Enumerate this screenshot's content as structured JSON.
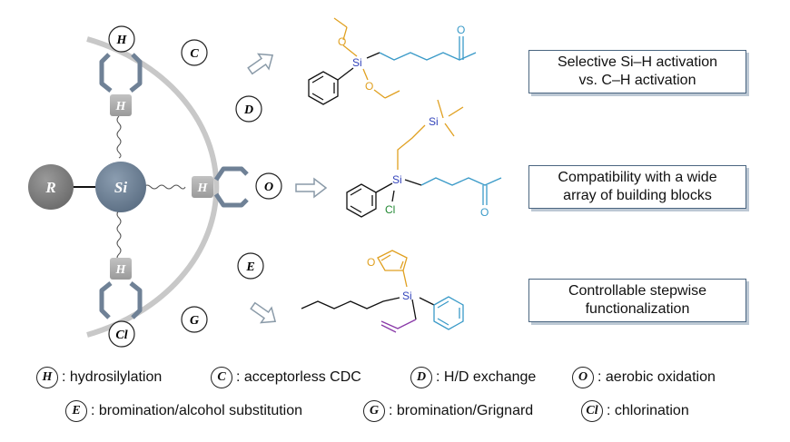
{
  "diagram": {
    "center_atom": "Si",
    "r_group": "R",
    "hydride_labels": [
      "H",
      "H",
      "H"
    ],
    "ring_nodes": [
      {
        "key": "H",
        "label": "H"
      },
      {
        "key": "C",
        "label": "C"
      },
      {
        "key": "D",
        "label": "D"
      },
      {
        "key": "O",
        "label": "O"
      },
      {
        "key": "E",
        "label": "E"
      },
      {
        "key": "G",
        "label": "G"
      },
      {
        "key": "Cl",
        "label": "Cl"
      }
    ]
  },
  "molecules": {
    "mol1": {
      "si": "Si",
      "o1": "O",
      "o2": "O",
      "ketone_o": "O"
    },
    "mol2": {
      "si": "Si",
      "si2": "Si",
      "cl": "Cl",
      "ketone_o": "O"
    },
    "mol3": {
      "si": "Si",
      "furan_o": "O"
    }
  },
  "boxes": [
    {
      "line1": "Selective Si–H activation",
      "line2": "vs. C–H activation"
    },
    {
      "line1": "Compatibility with a wide",
      "line2": "array of building blocks"
    },
    {
      "line1": "Controllable stepwise",
      "line2": "functionalization"
    }
  ],
  "legend": [
    {
      "symbol": "H",
      "text": ": hydrosilylation"
    },
    {
      "symbol": "C",
      "text": ": acceptorless CDC"
    },
    {
      "symbol": "D",
      "text": ": H/D exchange"
    },
    {
      "symbol": "O",
      "text": ": aerobic oxidation"
    },
    {
      "symbol": "E",
      "text": ": bromination/alcohol substitution"
    },
    {
      "symbol": "G",
      "text": ": bromination/Grignard"
    },
    {
      "symbol": "Cl",
      "text": ": chlorination"
    }
  ],
  "colors": {
    "ring": "#c8c8c8",
    "si_sphere": "#6c7f94",
    "r_sphere": "#7a7a7a",
    "hydride_box": "#a9a9a9",
    "catalyst": "#6f8196",
    "arrow": "#8a9aa8",
    "box_border": "#4a6580",
    "ethoxy": "#e0a020",
    "ketone": "#3a9ac8",
    "propyl_silyl": "#e0a020",
    "furan": "#e0a020",
    "allyl": "#8a3aa8",
    "phenyl3": "#3a9ac8"
  }
}
